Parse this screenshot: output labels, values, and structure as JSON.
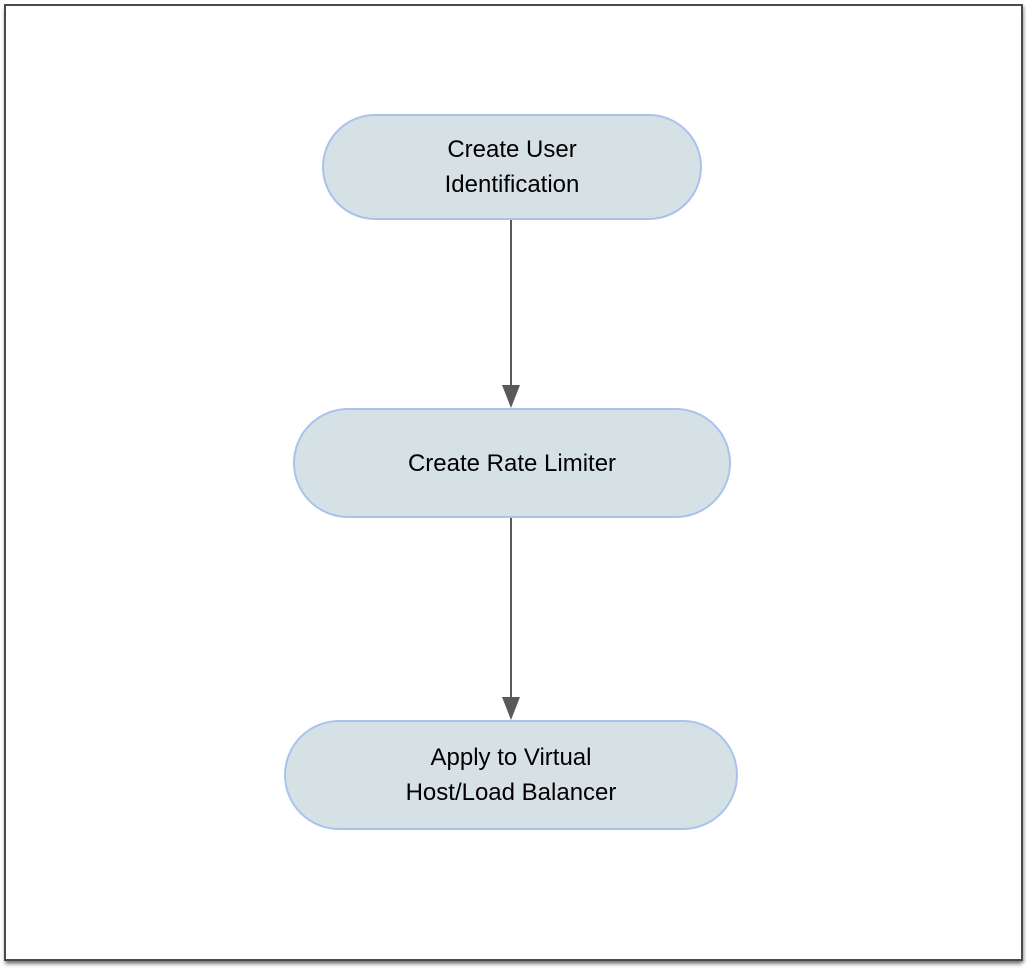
{
  "diagram": {
    "type": "flowchart",
    "direction": "top-down",
    "nodes": [
      {
        "id": "create-user-identification",
        "shape": "stadium",
        "label": "Create User Identification",
        "lines": [
          "Create User",
          "Identification"
        ]
      },
      {
        "id": "create-rate-limiter",
        "shape": "stadium",
        "label": "Create Rate Limiter",
        "lines": [
          "Create Rate Limiter"
        ]
      },
      {
        "id": "apply-to-virtual-host-load-balancer",
        "shape": "stadium",
        "label": "Apply to Virtual Host/Load Balancer",
        "lines": [
          "Apply to Virtual",
          "Host/Load Balancer"
        ]
      }
    ],
    "edges": [
      {
        "from": "create-user-identification",
        "to": "create-rate-limiter",
        "style": "solid-arrow-down"
      },
      {
        "from": "create-rate-limiter",
        "to": "apply-to-virtual-host-load-balancer",
        "style": "solid-arrow-down"
      }
    ],
    "colors": {
      "node_fill": "#d6e1e5",
      "node_border": "#a9c3ee",
      "arrow": "#595959",
      "text": "#000000",
      "frame": "#4a4a4a",
      "background": "#ffffff"
    }
  }
}
